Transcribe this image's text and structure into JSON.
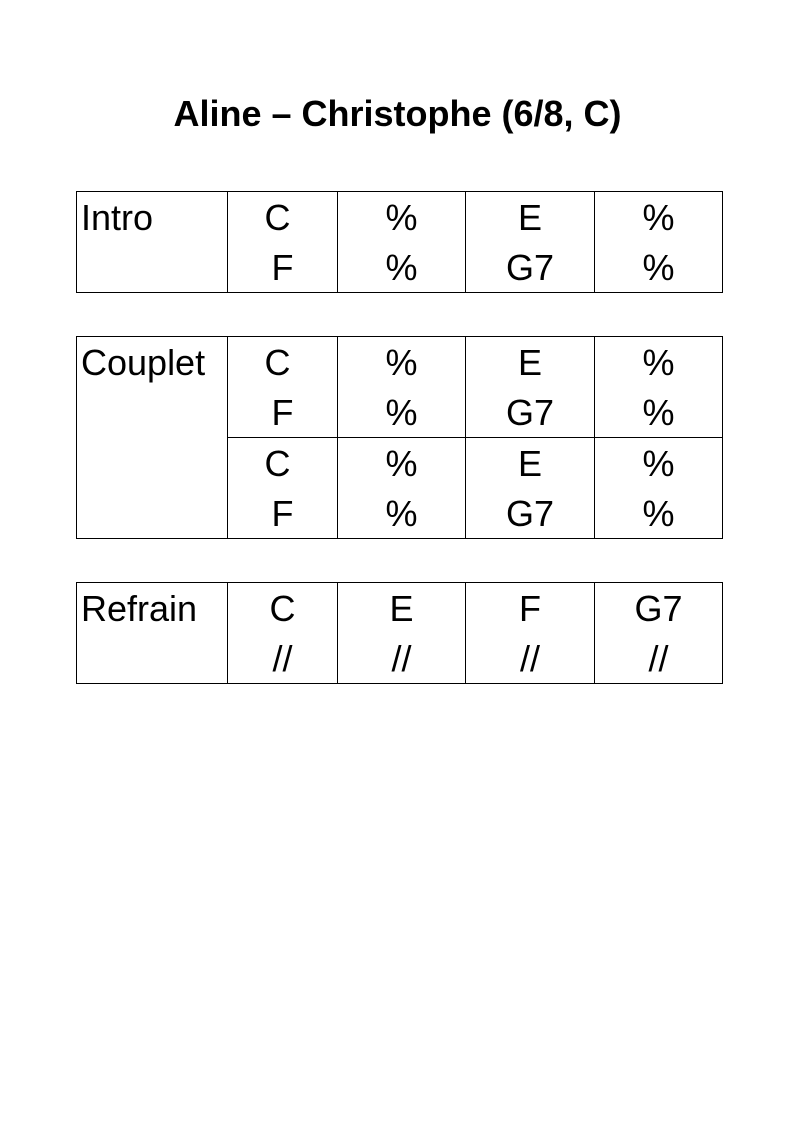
{
  "title": "Aline – Christophe (6/8, C)",
  "sections": {
    "intro": {
      "label": "Intro",
      "rows": [
        {
          "top": [
            "C",
            "%",
            "E",
            "%"
          ],
          "bottom": [
            "F",
            "%",
            "G7",
            "%"
          ]
        }
      ]
    },
    "couplet": {
      "label": "Couplet",
      "rows": [
        {
          "top": [
            "C",
            "%",
            "E",
            "%"
          ],
          "bottom": [
            "F",
            "%",
            "G7",
            "%"
          ]
        },
        {
          "top": [
            "C",
            "%",
            "E",
            "%"
          ],
          "bottom": [
            "F",
            "%",
            "G7",
            "%"
          ]
        }
      ]
    },
    "refrain": {
      "label": "Refrain",
      "rows": [
        {
          "top": [
            "C",
            "E",
            "F",
            "G7"
          ],
          "bottom": [
            "//",
            "//",
            "//",
            "//"
          ]
        }
      ]
    }
  }
}
